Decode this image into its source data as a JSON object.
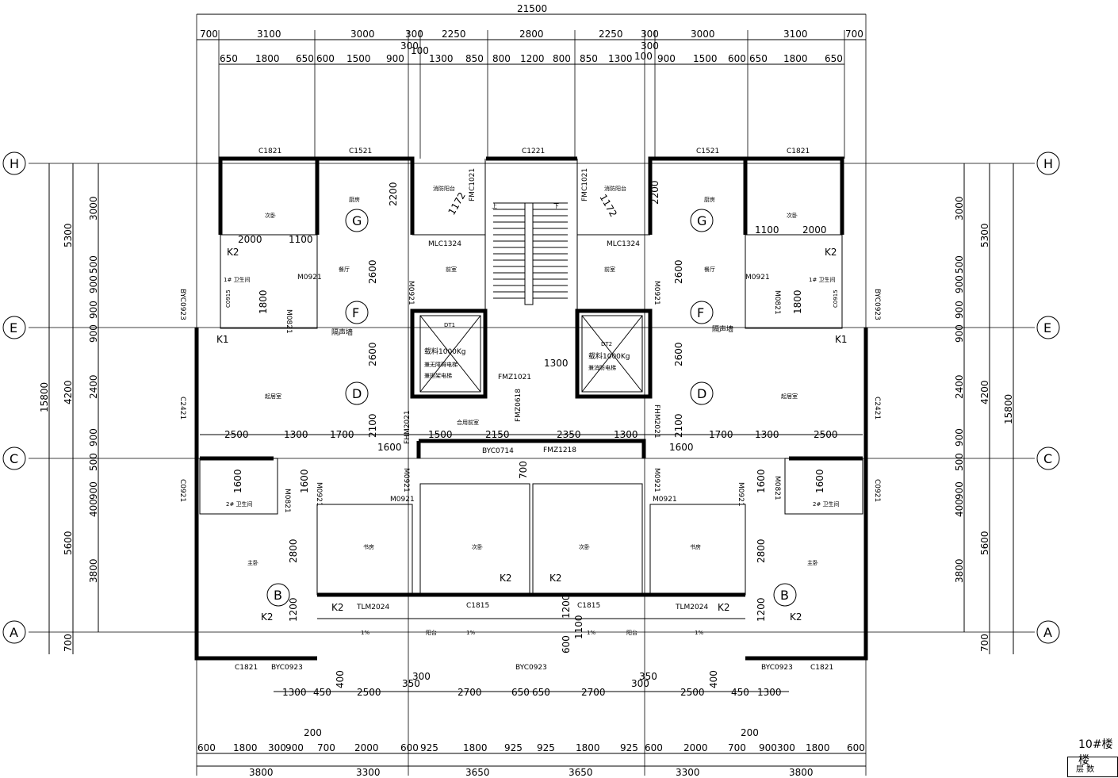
{
  "overall_dim": "21500",
  "depth_dim": "15800",
  "top_row1": [
    "700",
    "3100",
    "3000",
    "300",
    "2250",
    "2800",
    "2250",
    "300",
    "3000",
    "3100",
    "700"
  ],
  "top_row2": [
    "650",
    "1800",
    "650",
    "600",
    "1500",
    "900",
    "1300",
    "850",
    "800",
    "1200",
    "800",
    "850",
    "1300",
    "900",
    "1500",
    "600",
    "650",
    "1800",
    "650"
  ],
  "top_extra": [
    "300",
    "100",
    "300",
    "100"
  ],
  "bottom_row1": [
    "1300",
    "450",
    "2500",
    "2700",
    "650",
    "650",
    "2700",
    "2500",
    "450",
    "1300"
  ],
  "bottom_row1_extra": [
    "400",
    "350",
    "300",
    "300",
    "350",
    "400"
  ],
  "bottom_row2": [
    "600",
    "1800",
    "300",
    "900",
    "700",
    "2000",
    "600",
    "925",
    "1800",
    "925",
    "925",
    "1800",
    "925",
    "600",
    "2000",
    "700",
    "900",
    "300",
    "1800",
    "600"
  ],
  "bottom_row2_extra": [
    "200",
    "200"
  ],
  "bottom_row3": [
    "3800",
    "3300",
    "3650",
    "3650",
    "3300",
    "3800"
  ],
  "left_dims_outer": [
    "5300",
    "4200",
    "5600",
    "700"
  ],
  "left_dims_mid": [
    "3000",
    "500",
    "900",
    "900",
    "900",
    "2400",
    "900",
    "500",
    "900",
    "400",
    "3800"
  ],
  "right_dims_outer": [
    "5300",
    "4200",
    "15800",
    "5600",
    "700"
  ],
  "right_dims_mid": [
    "3000",
    "500",
    "900",
    "900",
    "900",
    "2400",
    "900",
    "500",
    "900",
    "400",
    "3800"
  ],
  "axes": [
    "H",
    "E",
    "C",
    "A",
    "G",
    "F",
    "D",
    "B"
  ],
  "windows": {
    "c1821": "C1821",
    "c1521": "C1521",
    "c1221": "C1221",
    "c2421": "C2421",
    "c0921": "C0921",
    "c1815": "C1815",
    "byc0923": "BYC0923",
    "byc0714": "BYC0714",
    "tlm2024": "TLM2024",
    "mlc1324": "MLC1324",
    "c0915": "C0915"
  },
  "doors": {
    "m0921": "M0921",
    "m0821": "M0821",
    "fmc1021": "FMC1021",
    "fhm2021": "FHM2021",
    "fmz1021": "FMZ1021",
    "fmz0618": "FMZ0618",
    "fmz1218": "FMZ1218"
  },
  "tags": {
    "k1": "K1",
    "k2": "K2"
  },
  "inner_dims": {
    "d2000": "2000",
    "d1100": "1100",
    "d2600": "2600",
    "d2200": "2200",
    "d1800": "1800",
    "d1172": "1172",
    "d1300": "1300",
    "d2100": "2100",
    "d2500": "2500",
    "d1700": "1700",
    "d1500": "1500",
    "d2150": "2150",
    "d2350": "2350",
    "d1600": "1600",
    "d2800": "2800",
    "d1200": "1200",
    "d700": "700",
    "d1100b": "1100",
    "d600": "600"
  },
  "elevator": {
    "dt1": "DT1",
    "dt2": "DT2",
    "cap1": "载料1000Kg",
    "cap2": "载料1000Kg",
    "note1": "兼无障碍电梯",
    "note2": "兼消防电梯",
    "note3": "兼无障碍电梯",
    "note4": "兼担架电梯"
  },
  "rooms": {
    "bedroom2": "次卧",
    "kitchen": "厨房",
    "dining": "餐厅",
    "living": "起居室",
    "master": "主卧",
    "study": "书房",
    "bath1": "1# 卫生间",
    "bath2": "2# 卫生间",
    "balcony": "阳台",
    "fire_balcony": "消防阳台",
    "front_room": "前室",
    "shared_front": "合用前室",
    "soundproof": "隔声墙",
    "slope": "1%"
  },
  "stairs": {
    "up": "上",
    "down": "下"
  },
  "title": "10#楼楼",
  "title_box": "层 数"
}
